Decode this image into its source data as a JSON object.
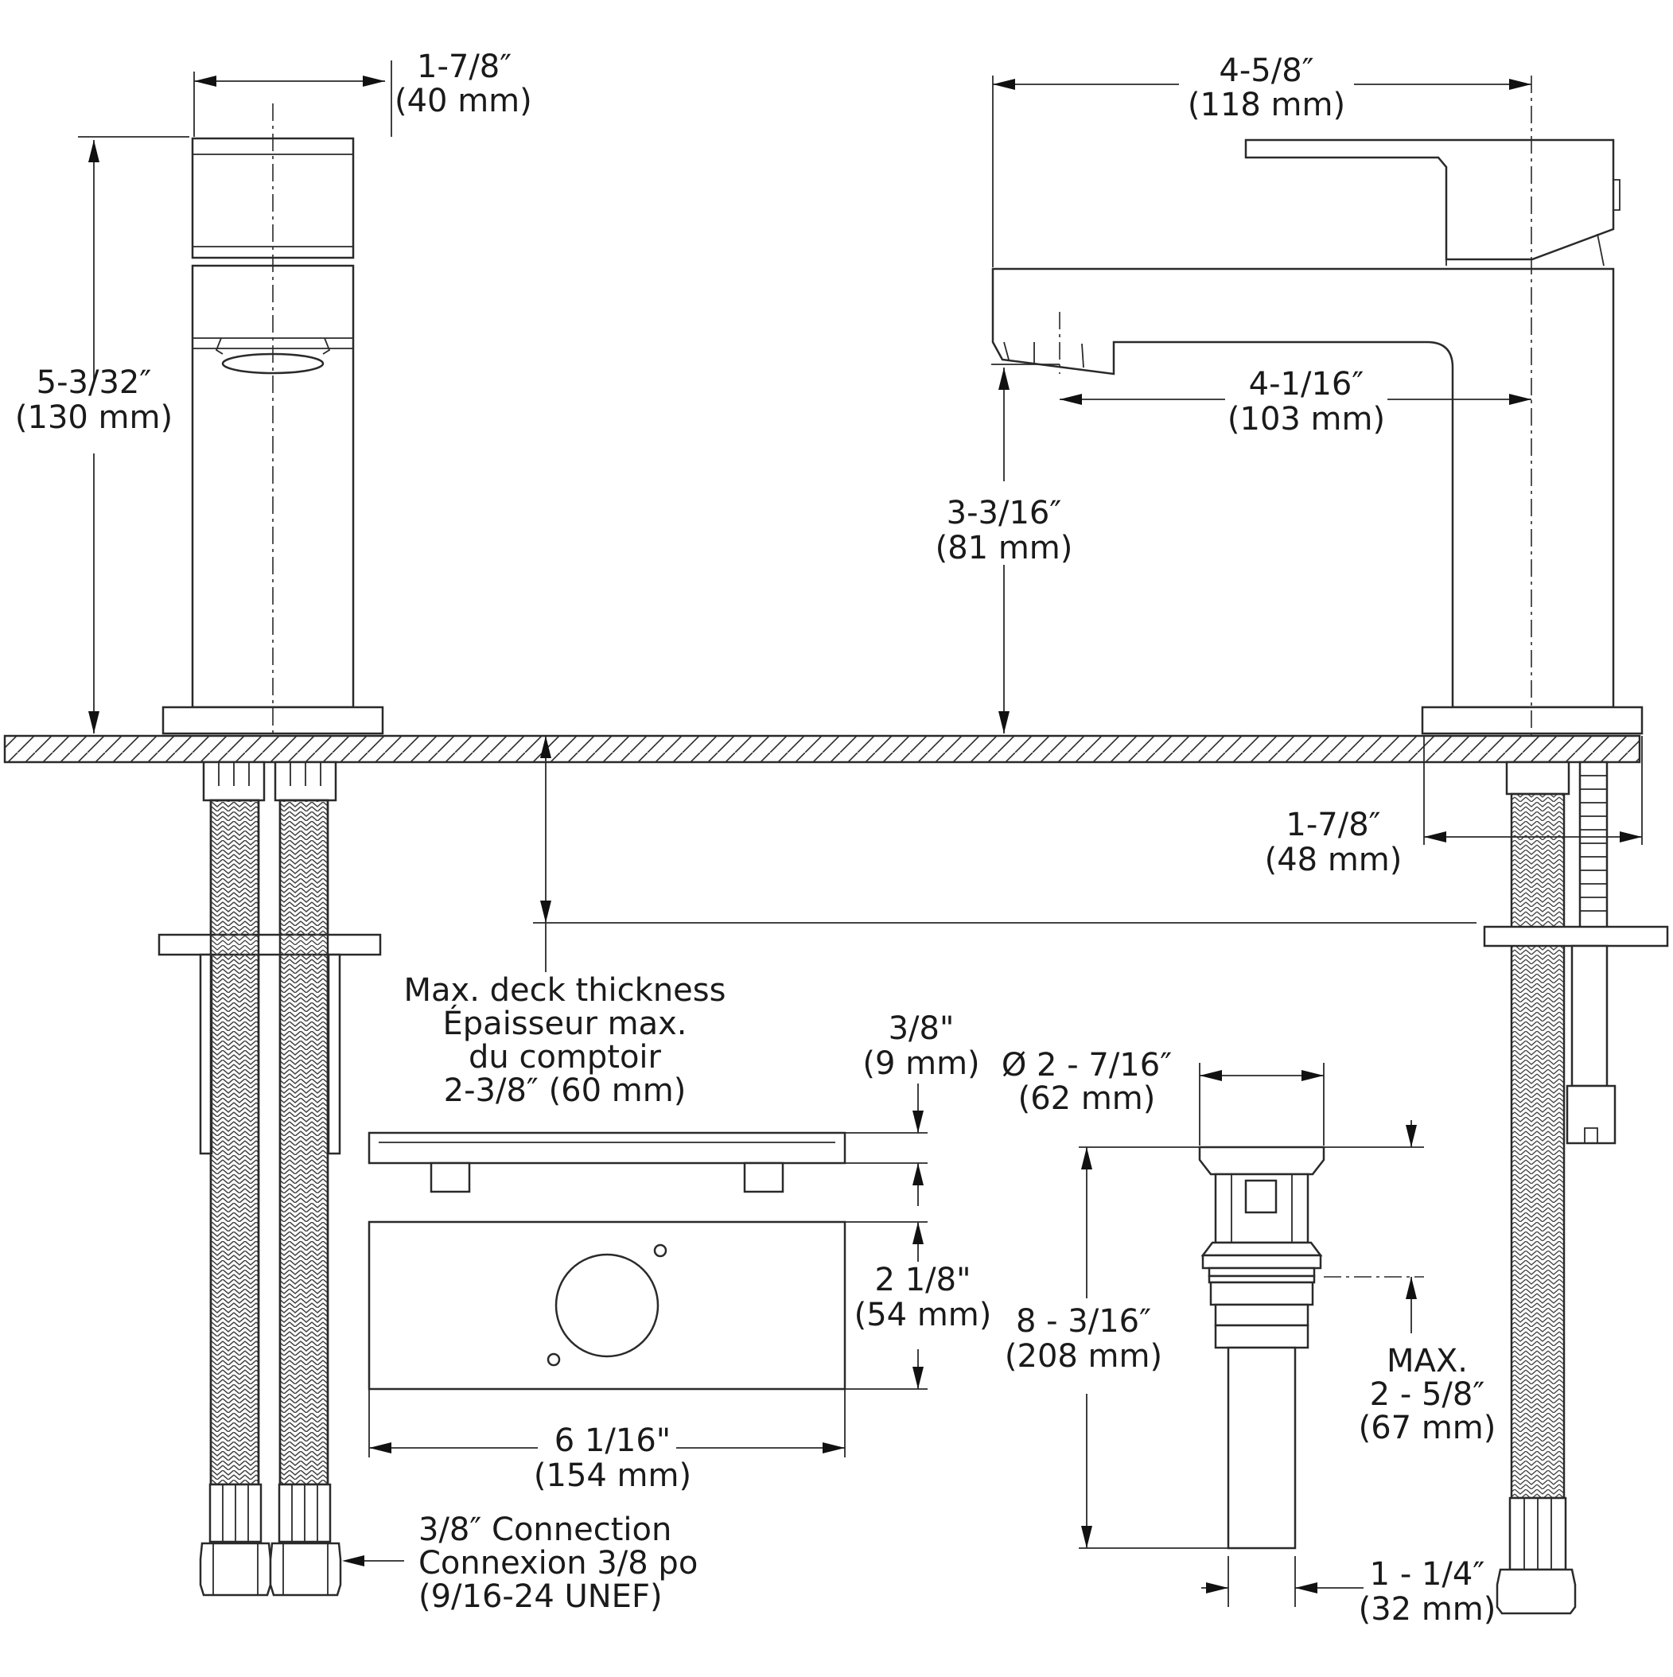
{
  "dimensions": {
    "spout_width": {
      "imperial": "1-7/8″",
      "metric": "(40 mm)"
    },
    "overall_depth": {
      "imperial": "4-5/8″",
      "metric": "(118 mm)"
    },
    "overall_height": {
      "imperial": "5-3/32″",
      "metric": "(130 mm)"
    },
    "spout_reach": {
      "imperial": "4-1/16″",
      "metric": "(103 mm)"
    },
    "spout_height": {
      "imperial": "3-3/16″",
      "metric": "(81 mm)"
    },
    "base_width": {
      "imperial": "1-7/8″",
      "metric": "(48 mm)"
    },
    "deck_thickness": {
      "line1": "Max. deck thickness",
      "line2": "Épaisseur max.",
      "line3": "du comptoir",
      "line4": "2-3/8″ (60 mm)"
    },
    "plate_thickness": {
      "imperial": "3/8\"",
      "metric": "(9 mm)"
    },
    "plate_depth": {
      "imperial": "2 1/8\"",
      "metric": "(54 mm)"
    },
    "plate_length": {
      "imperial": "6 1/16\"",
      "metric": "(154 mm)"
    },
    "drain_diameter": {
      "imperial": "Ø 2 - 7/16″",
      "metric": "(62 mm)"
    },
    "drain_height": {
      "imperial": "8 - 3/16″",
      "metric": "(208 mm)"
    },
    "drain_max": {
      "line1": "MAX.",
      "imperial": "2 - 5/8″",
      "metric": "(67 mm)"
    },
    "drain_tail": {
      "imperial": "1 - 1/4″",
      "metric": "(32 mm)"
    }
  },
  "connection": {
    "line1": "3/8″ Connection",
    "line2": "Connexion 3/8 po",
    "line3": "(9/16-24 UNEF)"
  }
}
